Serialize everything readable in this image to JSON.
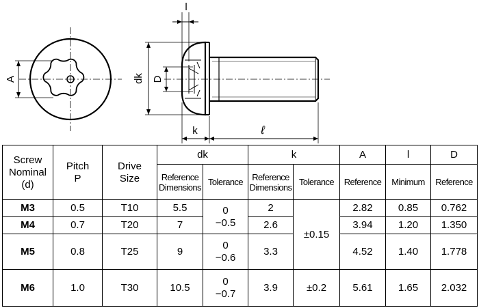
{
  "drawing": {
    "labels": {
      "A": "A",
      "dk": "dk",
      "D": "D",
      "l": "l",
      "k": "k",
      "ell": "ℓ"
    }
  },
  "table": {
    "head": {
      "screw": [
        "Screw",
        "Nominal",
        "(d)"
      ],
      "pitch": [
        "Pitch",
        "P"
      ],
      "drive": [
        "Drive",
        "Size"
      ],
      "dk": "dk",
      "k": "k",
      "A": "A",
      "l": "l",
      "D": "D",
      "ref_dim": [
        "Reference",
        "Dimensions"
      ],
      "tolerance": "Tolerance",
      "reference": "Reference",
      "minimum": "Minimum"
    },
    "rows": [
      {
        "size": "M3",
        "pitch": "0.5",
        "drive": "T10",
        "dk": "5.5",
        "k": "2",
        "A": "2.82",
        "l": "0.85",
        "D": "0.762"
      },
      {
        "size": "M4",
        "pitch": "0.7",
        "drive": "T20",
        "dk": "7",
        "k": "2.6",
        "A": "3.94",
        "l": "1.20",
        "D": "1.350"
      },
      {
        "size": "M5",
        "pitch": "0.8",
        "drive": "T25",
        "dk": "9",
        "k": "3.3",
        "A": "4.52",
        "l": "1.40",
        "D": "1.778"
      },
      {
        "size": "M6",
        "pitch": "1.0",
        "drive": "T30",
        "dk": "10.5",
        "k": "3.9",
        "A": "5.61",
        "l": "1.65",
        "D": "2.032"
      }
    ],
    "tol": {
      "dk_m3_m4": [
        "0",
        "−0.5"
      ],
      "dk_m5": [
        "0",
        "−0.6"
      ],
      "dk_m6": [
        "0",
        "−0.7"
      ],
      "k_m3_m5": "±0.15",
      "k_m6": "±0.2"
    }
  }
}
